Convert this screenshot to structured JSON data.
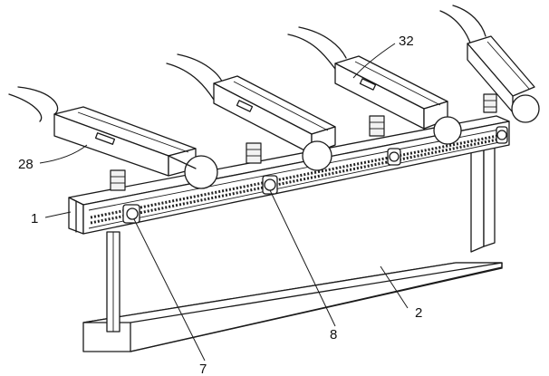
{
  "labels": {
    "l1": "1",
    "l2": "2",
    "l7": "7",
    "l8": "8",
    "l28": "28",
    "l32": "32"
  }
}
